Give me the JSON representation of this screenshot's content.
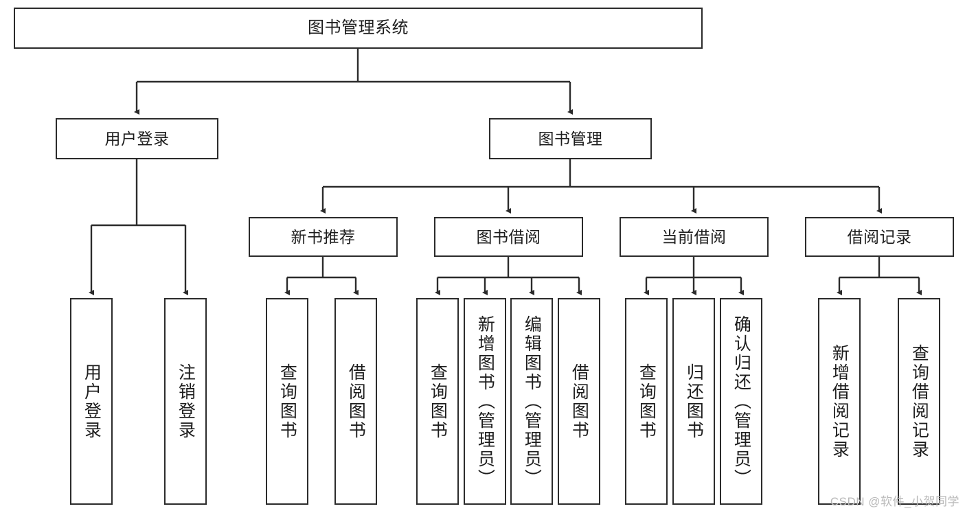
{
  "diagram": {
    "title": "图书管理系统",
    "root": {
      "label": "图书管理系统"
    },
    "level2": [
      {
        "label": "用户登录"
      },
      {
        "label": "图书管理"
      }
    ],
    "level3": [
      {
        "label": "新书推荐"
      },
      {
        "label": "图书借阅"
      },
      {
        "label": "当前借阅"
      },
      {
        "label": "借阅记录"
      }
    ],
    "leaves": {
      "user_login": [
        {
          "label": "用户登录"
        },
        {
          "label": "注销登录"
        }
      ],
      "new_book_recommend": [
        {
          "label": "查询图书"
        },
        {
          "label": "借阅图书"
        }
      ],
      "book_borrow": [
        {
          "label": "查询图书"
        },
        {
          "label": "新增图书（管理员）"
        },
        {
          "label": "编辑图书（管理员）"
        },
        {
          "label": "借阅图书"
        }
      ],
      "current_borrow": [
        {
          "label": "查询图书"
        },
        {
          "label": "归还图书"
        },
        {
          "label": "确认归还（管理员）"
        }
      ],
      "borrow_record": [
        {
          "label": "新增借阅记录"
        },
        {
          "label": "查询借阅记录"
        }
      ]
    },
    "watermark": "CSDN @软件_小贺同学",
    "colors": {
      "stroke": "#2b2b2b",
      "background": "#ffffff",
      "text": "#1d1d1d",
      "watermark": "#b9b9b9"
    }
  }
}
